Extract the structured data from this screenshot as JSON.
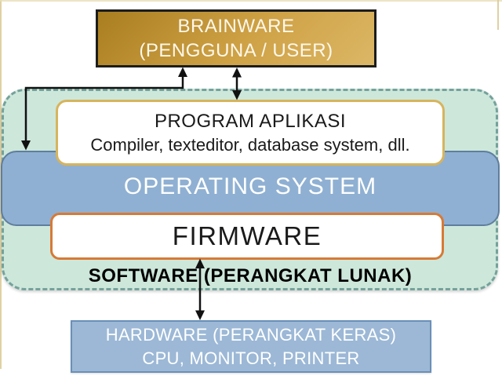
{
  "diagram": {
    "brainware": {
      "line1": "BRAINWARE",
      "line2": "(PENGGUNA / USER)"
    },
    "program_aplikasi": {
      "title": "PROGRAM APLIKASI",
      "subtitle": "Compiler, texteditor, database system, dll."
    },
    "operating_system": {
      "label": "OPERATING SYSTEM"
    },
    "firmware": {
      "label": "FIRMWARE"
    },
    "software_group_label": "SOFTWARE (PERANGKAT LUNAK)",
    "hardware": {
      "line1": "HARDWARE (PERANGKAT KERAS)",
      "line2": "CPU, MONITOR, PRINTER"
    }
  },
  "connectors": [
    {
      "name": "brainware-os-elbow-arrow",
      "type": "double-headed elbow",
      "from": "OPERATING SYSTEM",
      "to": "BRAINWARE"
    },
    {
      "name": "brainware-program-arrow",
      "type": "double-headed",
      "from": "PROGRAM APLIKASI",
      "to": "BRAINWARE"
    },
    {
      "name": "firmware-hardware-arrow",
      "type": "double-headed",
      "from": "FIRMWARE",
      "to": "HARDWARE"
    }
  ],
  "colors": {
    "gold-dark": "#a97e20",
    "gold-mid": "#cfa246",
    "gold-light": "#dcb766",
    "box-border-dark": "#1c1c1c",
    "mint-fill": "#cde7db",
    "mint-border": "#75a29a",
    "os-fill": "#8fb0d2",
    "os-border": "#5f7e9e",
    "program-border": "#d7b45c",
    "firmware-border": "#d77a35",
    "hardware-fill": "#9cb8d6",
    "hardware-border": "#6a90b9",
    "arrow": "#111111",
    "text-light": "#fdf8ec",
    "text-dark": "#1a1a1a",
    "frame-edge": "#d9c993"
  }
}
